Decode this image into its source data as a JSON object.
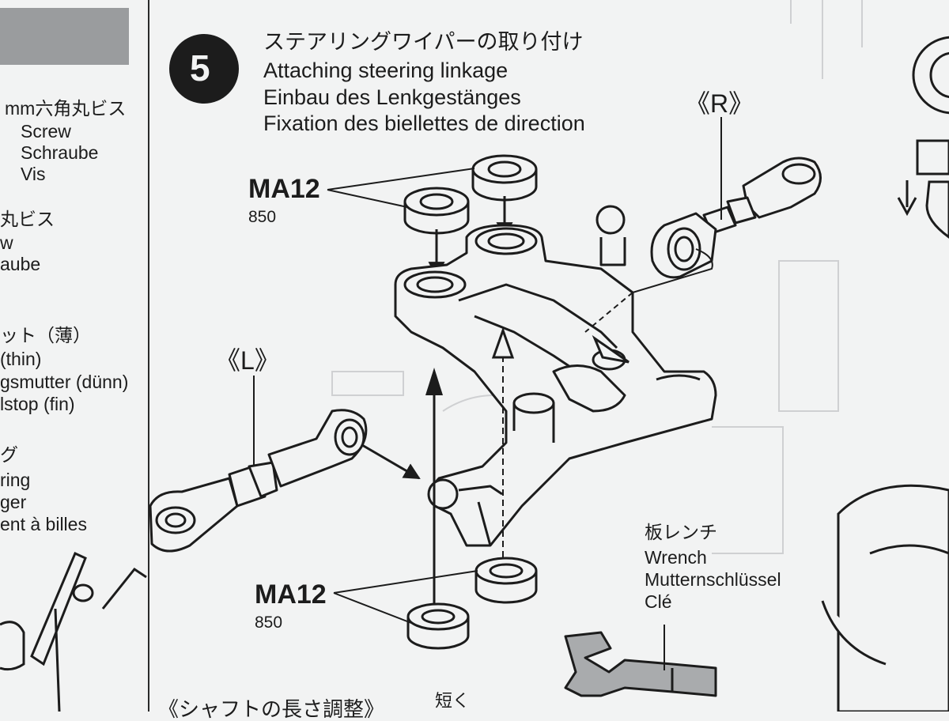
{
  "step": {
    "number": "5",
    "title_jp": "ステアリングワイパーの取り付け",
    "title_en": "Attaching steering linkage",
    "title_de": "Einbau des Lenkgestänges",
    "title_fr": "Fixation des biellettes de direction"
  },
  "left_column": {
    "screw_jp": "mm六角丸ビス",
    "screw_en": "Screw",
    "screw_de": "Schraube",
    "screw_fr": "Vis",
    "screw2_jp": "丸ビス",
    "screw2_en": "w",
    "screw2_de": "aube",
    "nut_jp": "ット（薄）",
    "nut_en": "(thin)",
    "nut_de": "gsmutter (dünn)",
    "nut_fr": "lstop (fin)",
    "bearing_jp": "グ",
    "bearing_en": "ring",
    "bearing_de": "ger",
    "bearing_fr": "ent à billes"
  },
  "parts": {
    "top_label": "MA12",
    "top_code": "850",
    "bottom_label": "MA12",
    "bottom_code": "850",
    "right_marker": "《R》",
    "left_marker": "《L》"
  },
  "tool": {
    "name_jp": "板レンチ",
    "name_en": "Wrench",
    "name_de": "Mutternschlüssel",
    "name_fr": "Clé"
  },
  "next_step": {
    "title_jp": "《シャフトの長さ調整》",
    "note_jp": "短く"
  },
  "colors": {
    "paper": "#f2f3f3",
    "ink": "#1c1c1c",
    "header_box": "#9a9c9e",
    "faint": "#c9cacc"
  }
}
